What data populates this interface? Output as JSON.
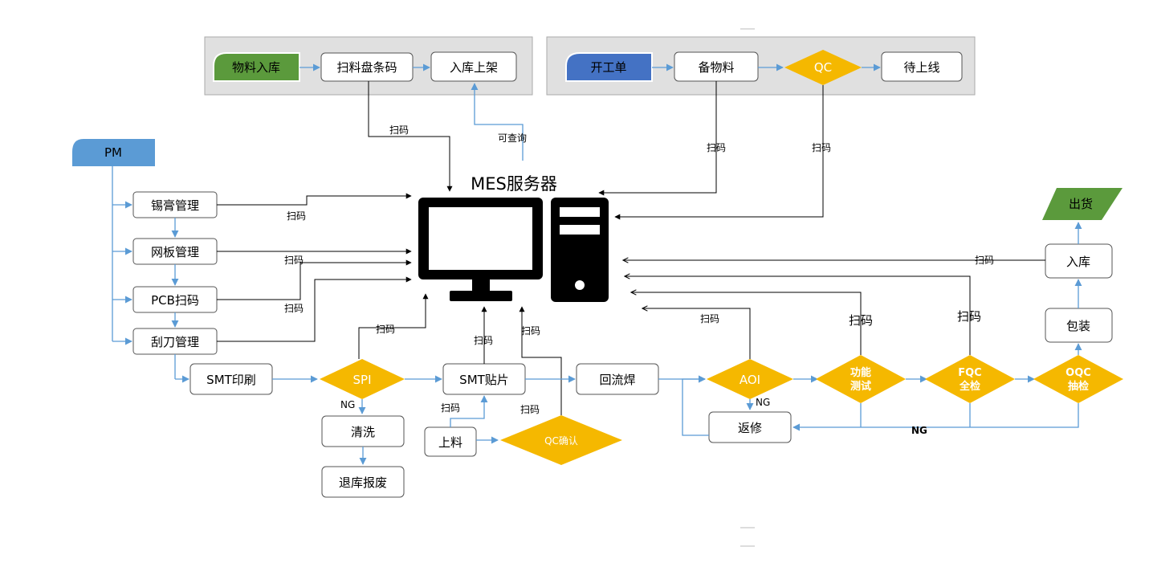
{
  "colors": {
    "green": "#5b9a3c",
    "blue_lane": "#4472c4",
    "pm_blue": "#5b9bd5",
    "diamond": "#f5b800",
    "panel": "#e0e0e0",
    "arrow": "#5b9bd5",
    "line": "#000000"
  },
  "top_left": {
    "start": "物料入库",
    "step1": "扫料盘条码",
    "step2": "入库上架",
    "scan": "扫码",
    "query": "可查询"
  },
  "top_right": {
    "start": "开工单",
    "step1": "备物料",
    "qc": "QC",
    "step2": "待上线",
    "scan1": "扫码",
    "scan2": "扫码"
  },
  "server": {
    "title": "MES服务器",
    "icon": "computer-server-icon"
  },
  "pm": {
    "label": "PM",
    "items": [
      "锡膏管理",
      "网板管理",
      "PCB扫码",
      "刮刀管理"
    ],
    "scan_labels": [
      "扫码",
      "扫码",
      "扫码"
    ]
  },
  "process": {
    "smt_print": "SMT印刷",
    "spi": "SPI",
    "ng": "NG",
    "wash": "清洗",
    "scrap": "退库报废",
    "smt_mount": "SMT贴片",
    "load": "上料",
    "qc_confirm": "QC确认",
    "reflow": "回流焊",
    "aoi": "AOI",
    "aoi_ng": "NG",
    "repair": "返修",
    "func_test_1": "功能",
    "func_test_2": "测试",
    "fqc_1": "FQC",
    "fqc_2": "全检",
    "oqc_1": "OQC",
    "oqc_2": "抽检",
    "bottom_ng": "NG",
    "pack": "包装",
    "store": "入库",
    "ship": "出货",
    "scan": "扫码"
  }
}
